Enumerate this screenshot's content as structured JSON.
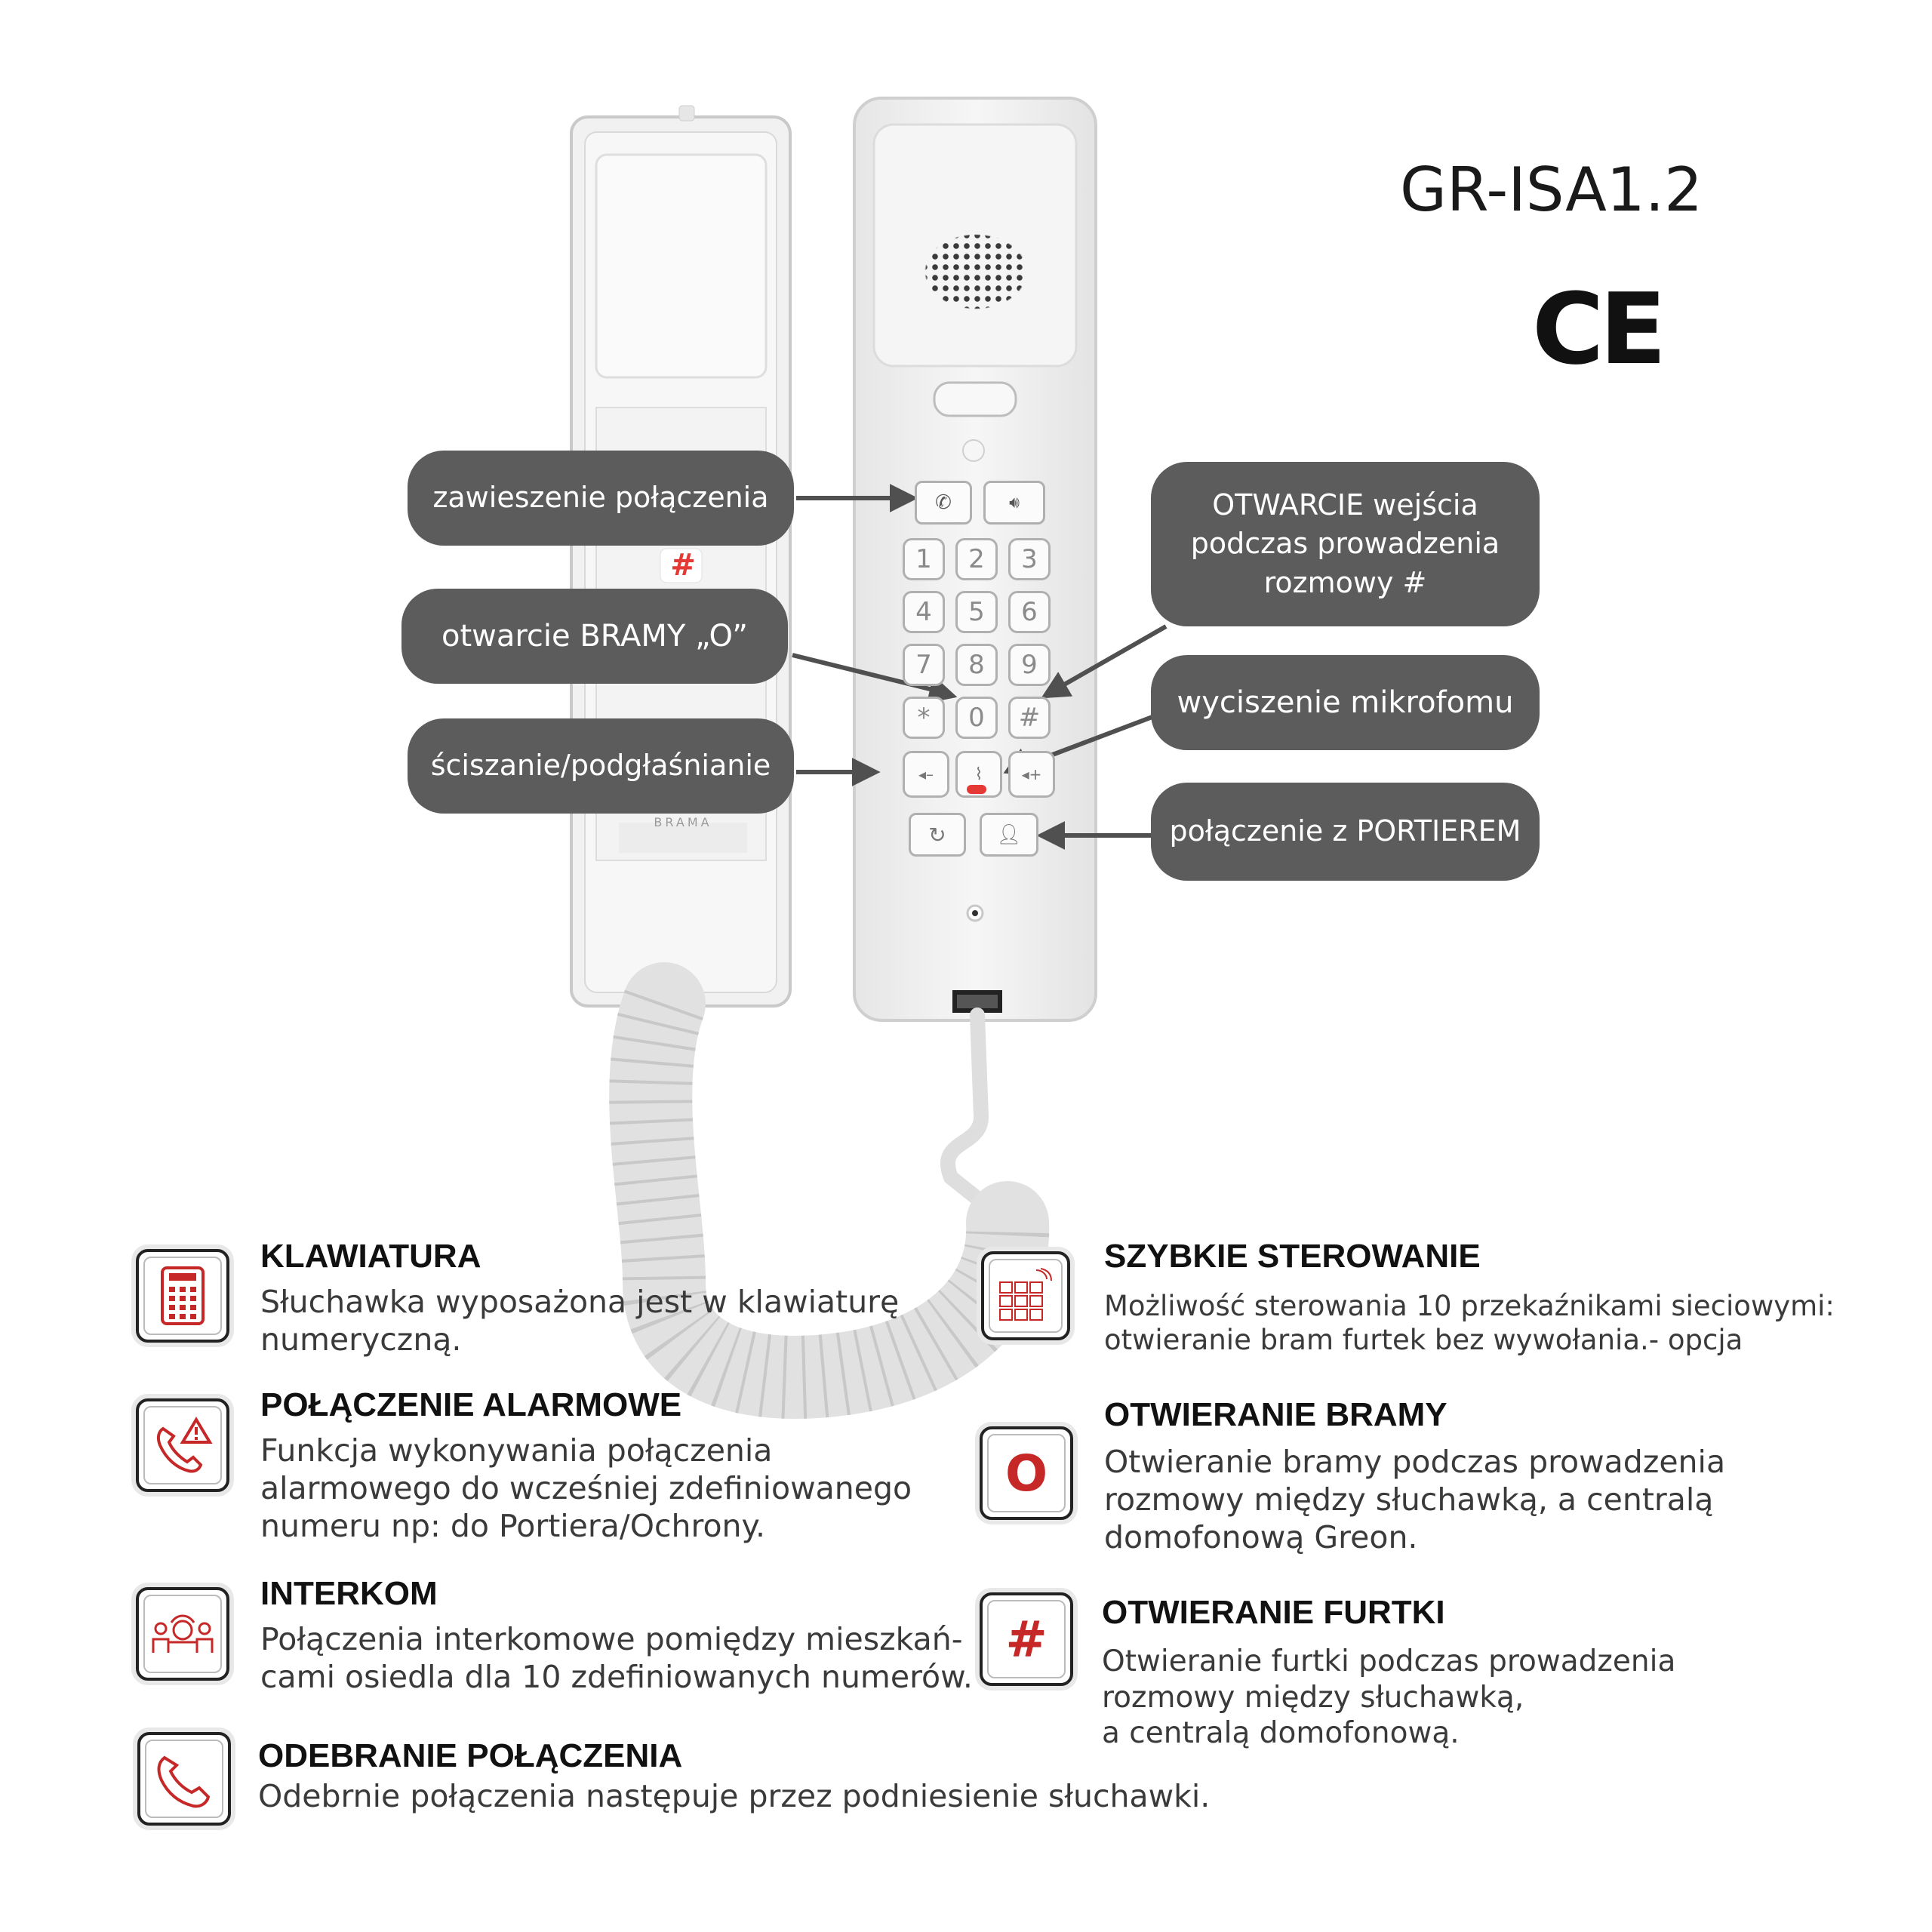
{
  "header": {
    "model": "GR-ISA1.2",
    "ce_mark": "CE"
  },
  "callouts": {
    "hold": "zawieszenie połączenia",
    "gate": "otwarcie BRAMY „O”",
    "volume": "ściszanie/podgłaśnianie",
    "entry": "OTWARCIE wejścia\npodczas prowadzenia\nrozmowy #",
    "mute": "wyciszenie mikrofomu",
    "porter": "połączenie z PORTIEREM"
  },
  "device": {
    "keys": [
      "1",
      "2",
      "3",
      "4",
      "5",
      "6",
      "7",
      "8",
      "9",
      "*",
      "0",
      "#"
    ],
    "hash_label": "#",
    "brama_label": "BRAMA"
  },
  "features": {
    "keypad": {
      "title": "KLAWIATURA",
      "desc": "Słuchawka wyposażona jest w klawiaturę\nnumeryczną.",
      "icon": "keypad-icon"
    },
    "alarm": {
      "title": "POŁĄCZENIE ALARMOWE",
      "desc": "Funkcja wykonywania połączenia\nalarmowego do wcześniej zdefiniowanego\nnumeru np: do Portiera/Ochrony.",
      "icon": "alarm-phone-icon"
    },
    "intercom": {
      "title": "INTERKOM",
      "desc": "Połączenia interkomowe pomiędzy mieszkań-\ncami osiedla dla 10 zdefiniowanych numerów.",
      "icon": "intercom-icon"
    },
    "answer": {
      "title": "ODEBRANIE POŁĄCZENIA",
      "desc": "Odebrnie połączenia następuje przez podniesienie słuchawki.",
      "icon": "phone-icon"
    },
    "quick": {
      "title": "SZYBKIE STEROWANIE",
      "desc": "Możliwość sterowania 10 przekaźnikami sieciowymi:\notwieranie bram furtek bez wywołania.- opcja",
      "icon": "relay-keypad-icon"
    },
    "gate_open": {
      "title": "OTWIERANIE BRAMY",
      "desc": "Otwieranie bramy podczas prowadzenia\nrozmowy między słuchawką, a centralą\ndomofonową Greon.",
      "icon": "O"
    },
    "wicket_open": {
      "title": "OTWIERANIE FURTKI",
      "desc": "Otwieranie furtki podczas prowadzenia\nrozmowy między słuchawką,\na centralą domofonową.",
      "icon": "#"
    }
  },
  "colors": {
    "callout_bg": "#5c5c5c",
    "accent_red": "#c62828"
  }
}
